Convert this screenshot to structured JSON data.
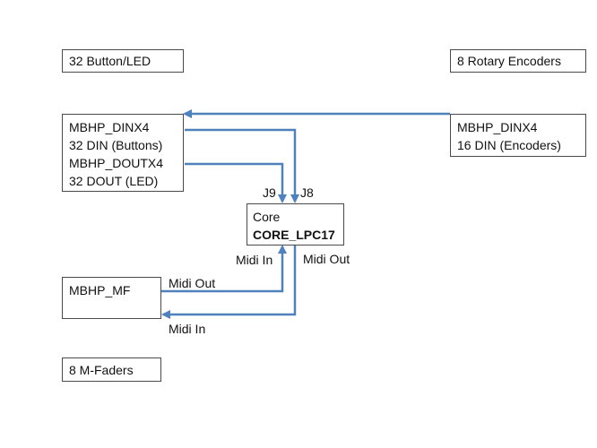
{
  "blocks": {
    "button_led": {
      "label": "32 Button/LED"
    },
    "rotary": {
      "label": "8 Rotary Encoders"
    },
    "dinx4_main": {
      "lines": [
        "MBHP_DINX4",
        "32 DIN (Buttons)",
        "MBHP_DOUTX4",
        "32 DOUT (LED)"
      ]
    },
    "dinx4_enc": {
      "lines": [
        "MBHP_DINX4",
        "16 DIN (Encoders)"
      ]
    },
    "core": {
      "line1": "Core",
      "line2": "CORE_LPC17"
    },
    "mf": {
      "label": "MBHP_MF"
    },
    "mfaders": {
      "label": "8 M-Faders"
    }
  },
  "labels": {
    "j9": "J9",
    "j8": "J8",
    "core_midi_in": "Midi In",
    "core_midi_out": "Midi Out",
    "mf_midi_out": "Midi Out",
    "mf_midi_in": "Midi In"
  },
  "colors": {
    "connector": "#4f81bd",
    "box_border": "#4a4a4a"
  }
}
